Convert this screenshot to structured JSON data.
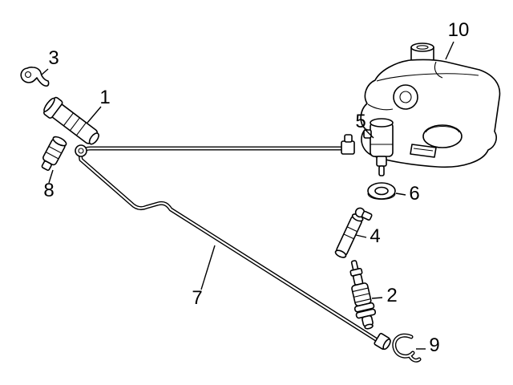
{
  "page": {
    "background_color": "#ffffff",
    "line_color": "#000000"
  },
  "diagram": {
    "type": "exploded-parts-diagram",
    "callouts": [
      "1",
      "2",
      "3",
      "4",
      "5",
      "6",
      "7",
      "8",
      "9",
      "10"
    ],
    "parts": [
      {
        "callout": "1",
        "icon": "washer-jet-icon"
      },
      {
        "callout": "2",
        "icon": "telescopic-nozzle-icon"
      },
      {
        "callout": "3",
        "icon": "clip-icon"
      },
      {
        "callout": "4",
        "icon": "hose-connector-icon"
      },
      {
        "callout": "5",
        "icon": "washer-pump-icon"
      },
      {
        "callout": "6",
        "icon": "grommet-icon"
      },
      {
        "callout": "7",
        "icon": "hose-icon"
      },
      {
        "callout": "8",
        "icon": "sleeve-grommet-icon"
      },
      {
        "callout": "9",
        "icon": "retainer-clip-icon"
      },
      {
        "callout": "10",
        "icon": "washer-reservoir-icon"
      }
    ]
  }
}
